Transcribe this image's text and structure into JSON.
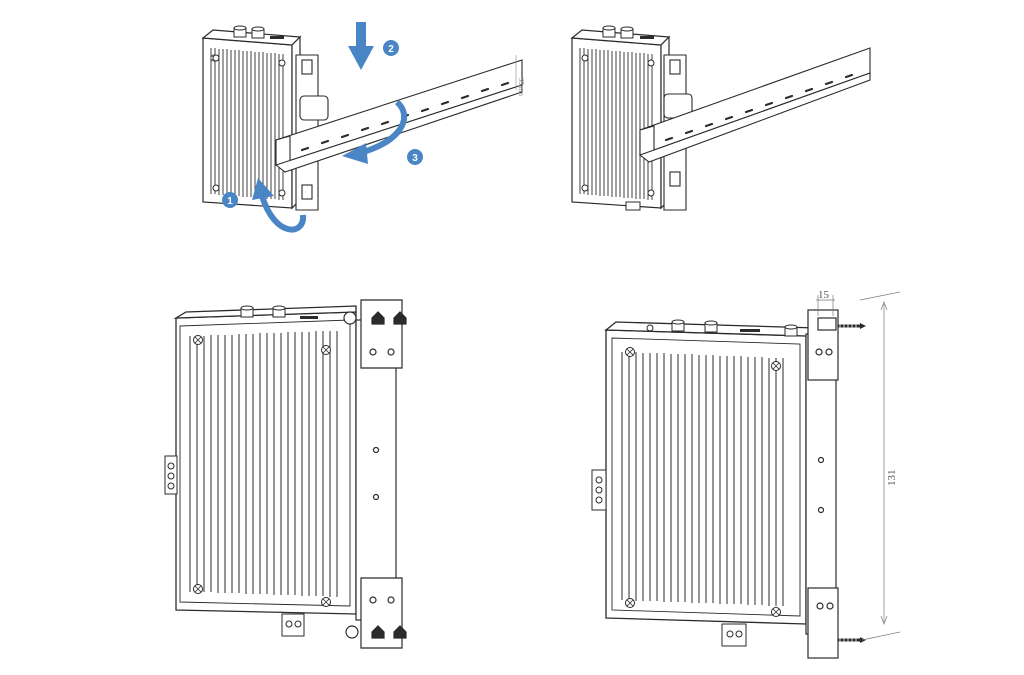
{
  "colors": {
    "line": "#2b2b2b",
    "arrow": "#4a86c5",
    "dimension": "#666666",
    "background": "#ffffff"
  },
  "steps": [
    {
      "label": "1"
    },
    {
      "label": "2"
    },
    {
      "label": "3"
    }
  ],
  "dimensions": {
    "rail_height": "35mm",
    "bracket_offset": "15",
    "hole_spacing": "131"
  }
}
